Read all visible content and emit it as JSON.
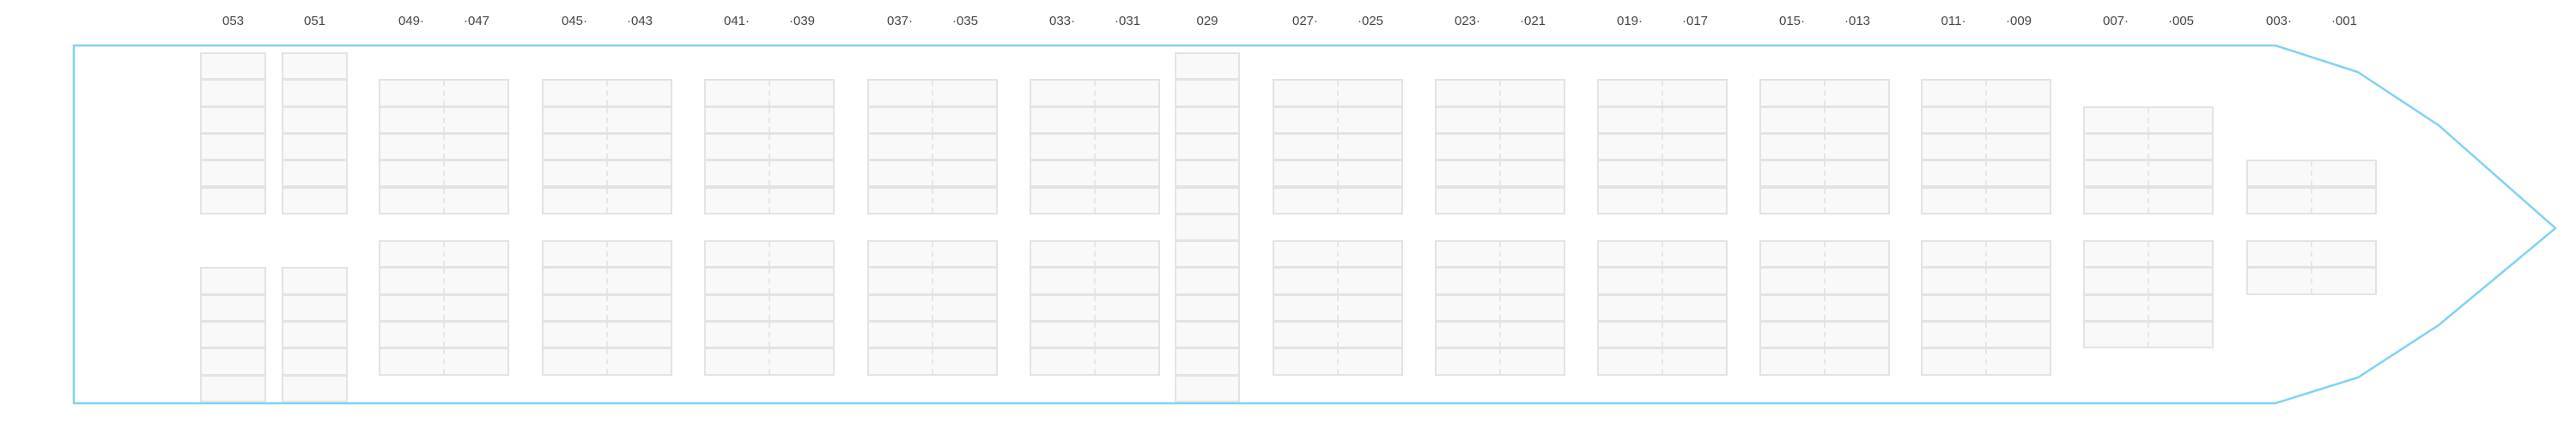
{
  "hull_color": "#7fd2f7",
  "bays": [
    {
      "id": "053",
      "labels": [
        "053"
      ]
    },
    {
      "id": "051",
      "labels": [
        "051"
      ]
    },
    {
      "id": "049-047",
      "labels": [
        "049·",
        "·047"
      ]
    },
    {
      "id": "045-043",
      "labels": [
        "045·",
        "·043"
      ]
    },
    {
      "id": "041-039",
      "labels": [
        "041·",
        "·039"
      ]
    },
    {
      "id": "037-035",
      "labels": [
        "037·",
        "·035"
      ]
    },
    {
      "id": "033-031",
      "labels": [
        "033·",
        "·031"
      ]
    },
    {
      "id": "029",
      "labels": [
        "029"
      ]
    },
    {
      "id": "027-025",
      "labels": [
        "027·",
        "·025"
      ]
    },
    {
      "id": "023-021",
      "labels": [
        "023·",
        "·021"
      ]
    },
    {
      "id": "019-017",
      "labels": [
        "019·",
        "·017"
      ]
    },
    {
      "id": "015-013",
      "labels": [
        "015·",
        "·013"
      ]
    },
    {
      "id": "011-009",
      "labels": [
        "011·",
        "·009"
      ]
    },
    {
      "id": "007-005",
      "labels": [
        "007·",
        "·005"
      ]
    },
    {
      "id": "003-001",
      "labels": [
        "003·",
        "·001"
      ]
    }
  ]
}
